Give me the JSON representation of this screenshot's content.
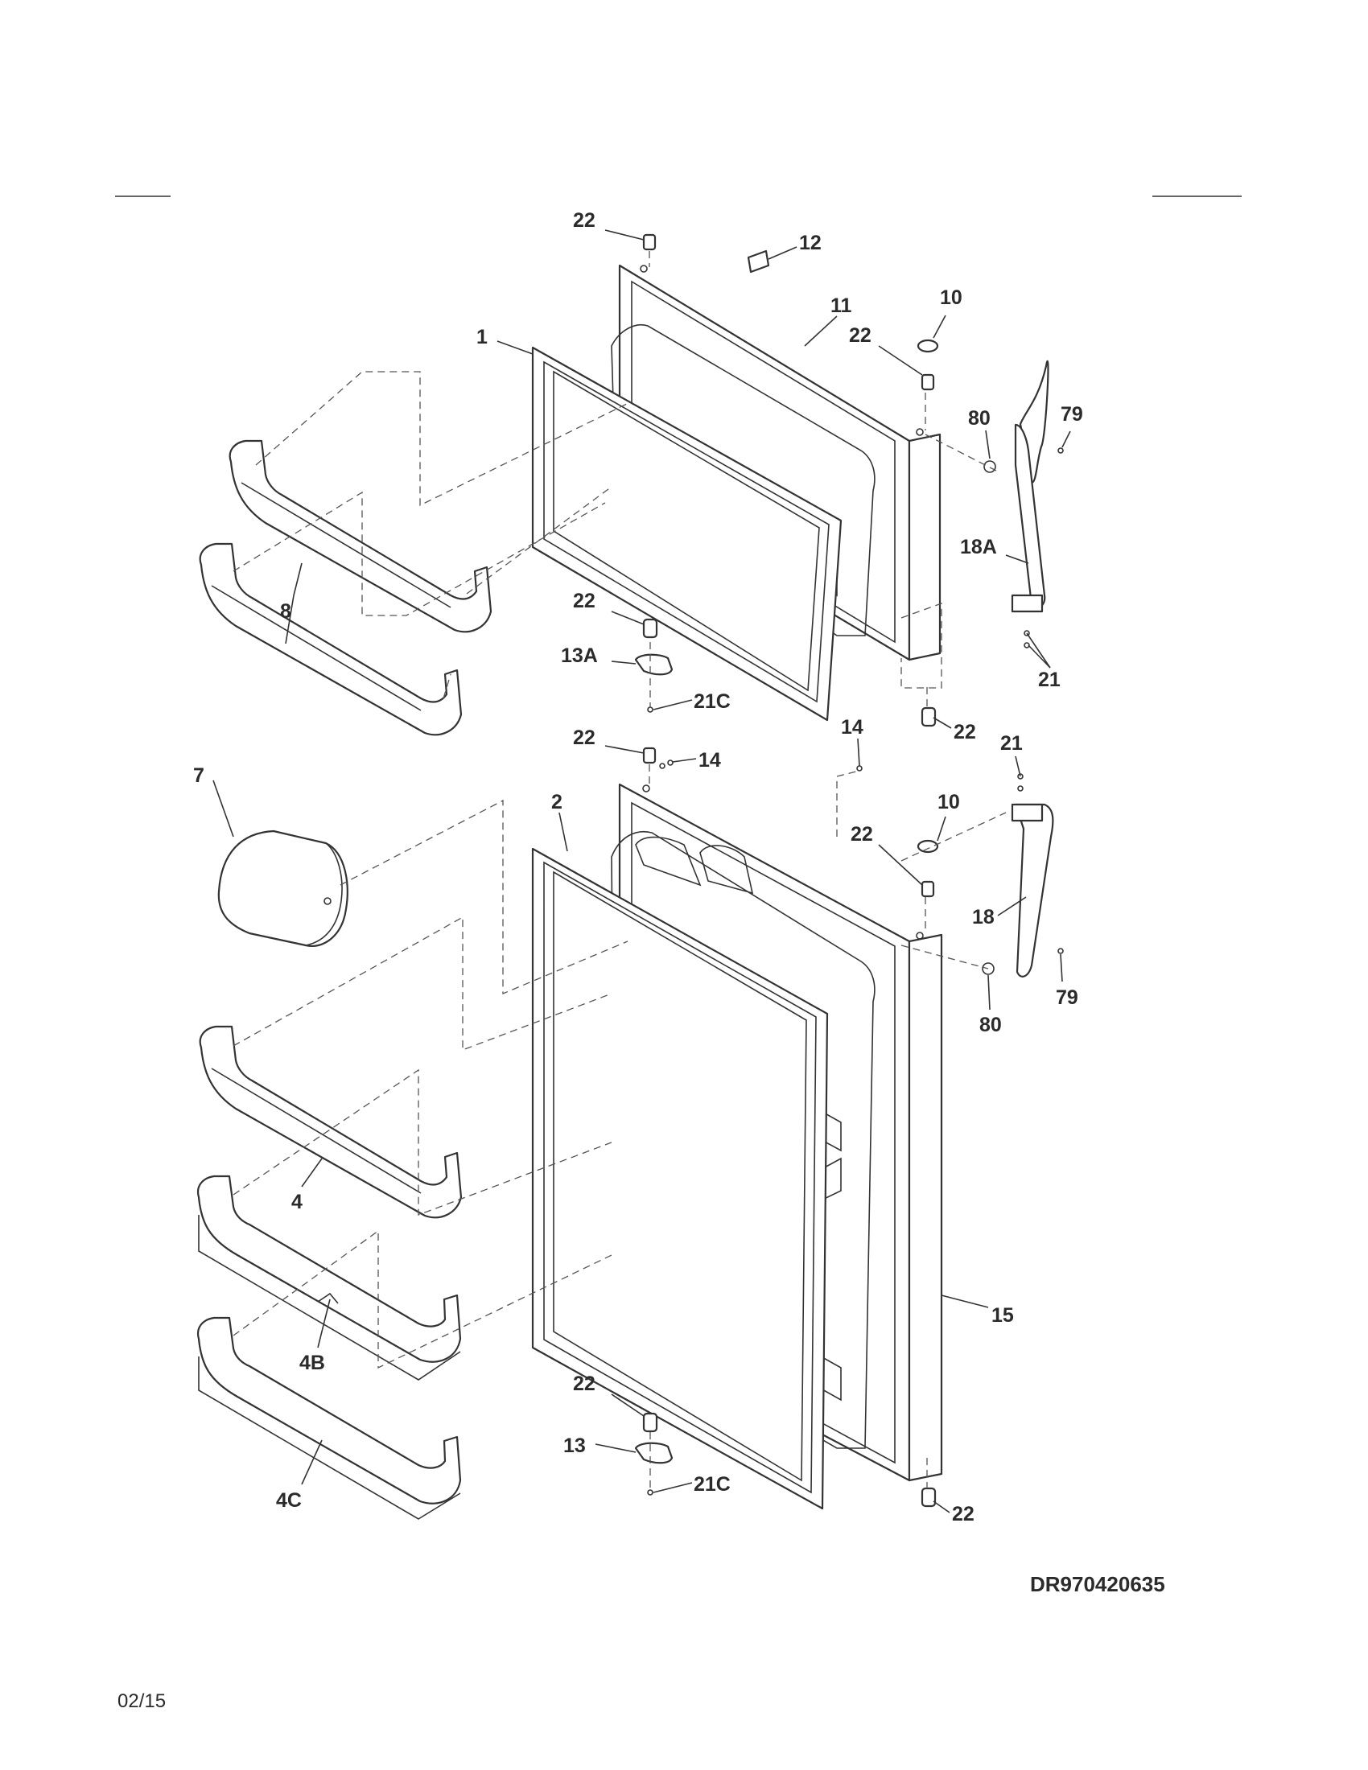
{
  "reference_code": "DR970420635",
  "date": "02/15",
  "callouts": {
    "c22_top": "22",
    "c12": "12",
    "c11": "11",
    "c10_upper": "10",
    "c22_upper_right": "22",
    "c1": "1",
    "c80_upper": "80",
    "c79_upper": "79",
    "c18a": "18A",
    "c8": "8",
    "c22_upper_hinge": "22",
    "c13a": "13A",
    "c21c_upper": "21C",
    "c21_upper": "21",
    "c22_upper_bottom": "22",
    "c14_right": "14",
    "c22_lower_top": "22",
    "c14_left": "14",
    "c21_lower": "21",
    "c7": "7",
    "c2": "2",
    "c10_lower": "10",
    "c22_lower_right": "22",
    "c18": "18",
    "c80_lower": "80",
    "c79_lower": "79",
    "c4": "4",
    "c4b": "4B",
    "c15": "15",
    "c4c": "4C",
    "c22_lower_hinge": "22",
    "c13": "13",
    "c21c_lower": "21C",
    "c22_lower_bottom": "22"
  }
}
